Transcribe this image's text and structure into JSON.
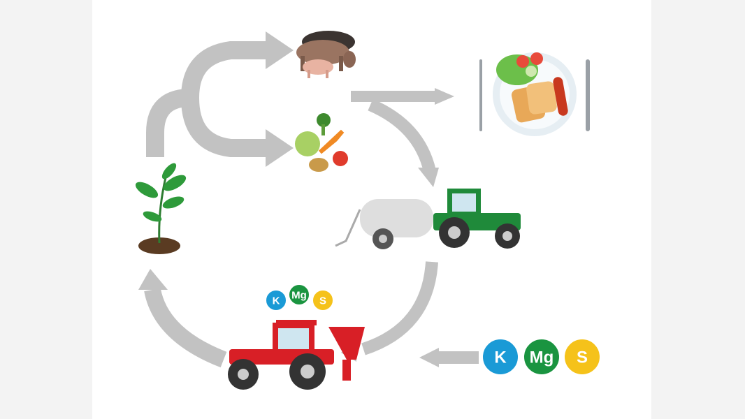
{
  "colors": {
    "potassium": "#1a9ad6",
    "magnesium": "#1a9440",
    "sulfur": "#f5c21a",
    "arrow": "#c2c2c2"
  },
  "nutrients_small": [
    {
      "symbol": "K",
      "color": "#1a9ad6"
    },
    {
      "symbol": "Mg",
      "color": "#1a9440"
    },
    {
      "symbol": "S",
      "color": "#f5c21a"
    }
  ],
  "nutrients_large": [
    {
      "symbol": "K",
      "color": "#1a9ad6"
    },
    {
      "symbol": "Mg",
      "color": "#1a9440"
    },
    {
      "symbol": "S",
      "color": "#f5c21a"
    }
  ]
}
